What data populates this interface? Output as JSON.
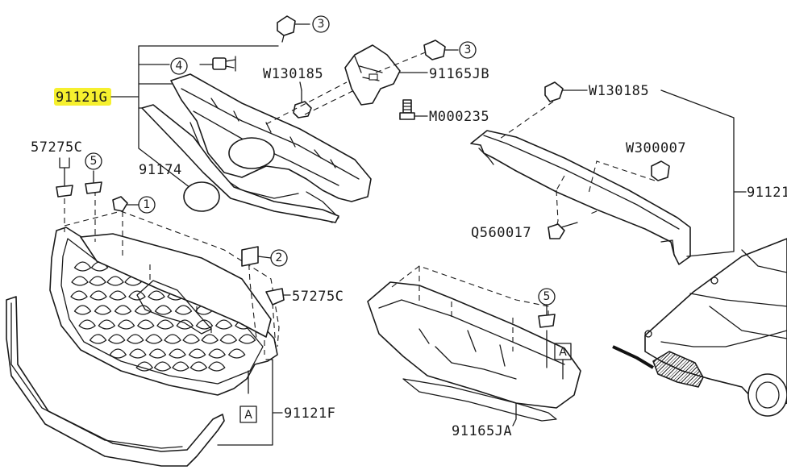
{
  "highlight_color": "#f6f02e",
  "labels": {
    "grille_assy": "91121G",
    "emblem_part": "91174",
    "w130185_left": "W130185",
    "bracket_upper": "91165JB",
    "m000235": "M000235",
    "w130185_right": "W130185",
    "w300007": "W300007",
    "upper_beam": "91121",
    "q560017": "Q560017",
    "clip_57275c_left": "57275C",
    "clip_57275c_right": "57275C",
    "lower_grille": "91121F",
    "lower_cover": "91165JA"
  },
  "callouts": {
    "c1": "1",
    "c2": "2",
    "c3_top": "3",
    "c3_bracket": "3",
    "c4": "4",
    "c5_left": "5",
    "c5_right": "5"
  },
  "refs": {
    "ref_a_left": "A",
    "ref_a_right": "A"
  }
}
